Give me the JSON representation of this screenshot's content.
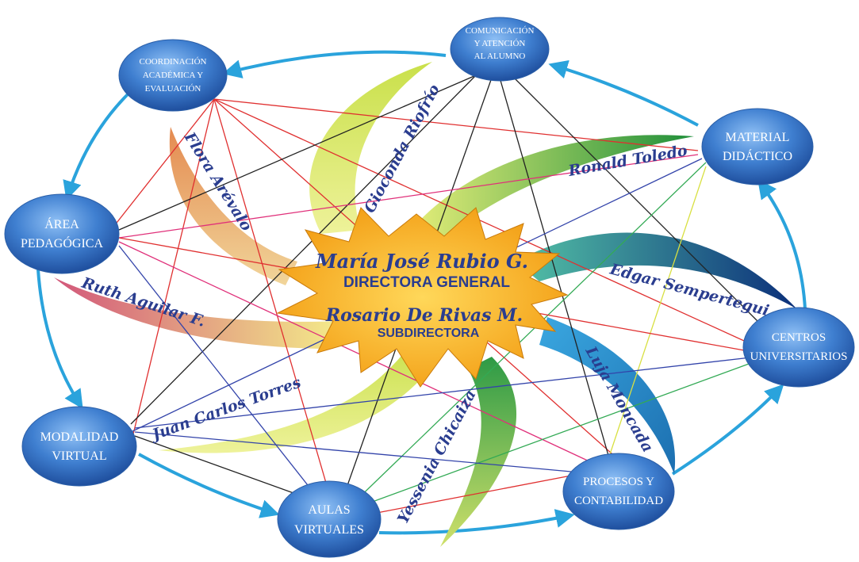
{
  "colors": {
    "ring": "#2aa3dc",
    "node_fill": "#3f7fd0",
    "node_text": "#ffffff",
    "name_text": "#2a3d8f",
    "star_fill": "#f5a623",
    "line_red": "#e03030",
    "line_black": "#222222",
    "line_blue": "#3344aa",
    "line_green": "#33aa55",
    "line_pink": "#e0307a"
  },
  "center": {
    "director_name": "María José Rubio G.",
    "director_title": "DIRECTORA GENERAL",
    "subdirector_name": "Rosario De Rivas M.",
    "subdirector_title": "SUBDIRECTORA"
  },
  "nodes": [
    {
      "id": "comunicacion",
      "lines": [
        "COMUNICACIÓN",
        "Y ATENCIÓN",
        "AL ALUMNO"
      ]
    },
    {
      "id": "coordinacion",
      "lines": [
        "COORDINACIÓN",
        "ACADÉMICA Y",
        "EVALUACIÓN"
      ]
    },
    {
      "id": "material",
      "lines": [
        "MATERIAL",
        "DIDÁCTICO"
      ]
    },
    {
      "id": "area",
      "lines": [
        "ÁREA",
        "PEDAGÓGICA"
      ]
    },
    {
      "id": "centros",
      "lines": [
        "CENTROS",
        "UNIVERSITARIOS"
      ]
    },
    {
      "id": "modalidad",
      "lines": [
        "MODALIDAD",
        "VIRTUAL"
      ]
    },
    {
      "id": "procesos",
      "lines": [
        "PROCESOS Y",
        "CONTABILIDAD"
      ]
    },
    {
      "id": "aulas",
      "lines": [
        "AULAS",
        "VIRTUALES"
      ]
    }
  ],
  "people": [
    "Gioconda Riofrío",
    "Flora Arévalo",
    "Ronald Toledo",
    "Ruth Aguilar F.",
    "Edgar Sempertegui",
    "Juan Carlos Torres",
    "Luja Moncada",
    "Yessenia Chicaiza"
  ]
}
